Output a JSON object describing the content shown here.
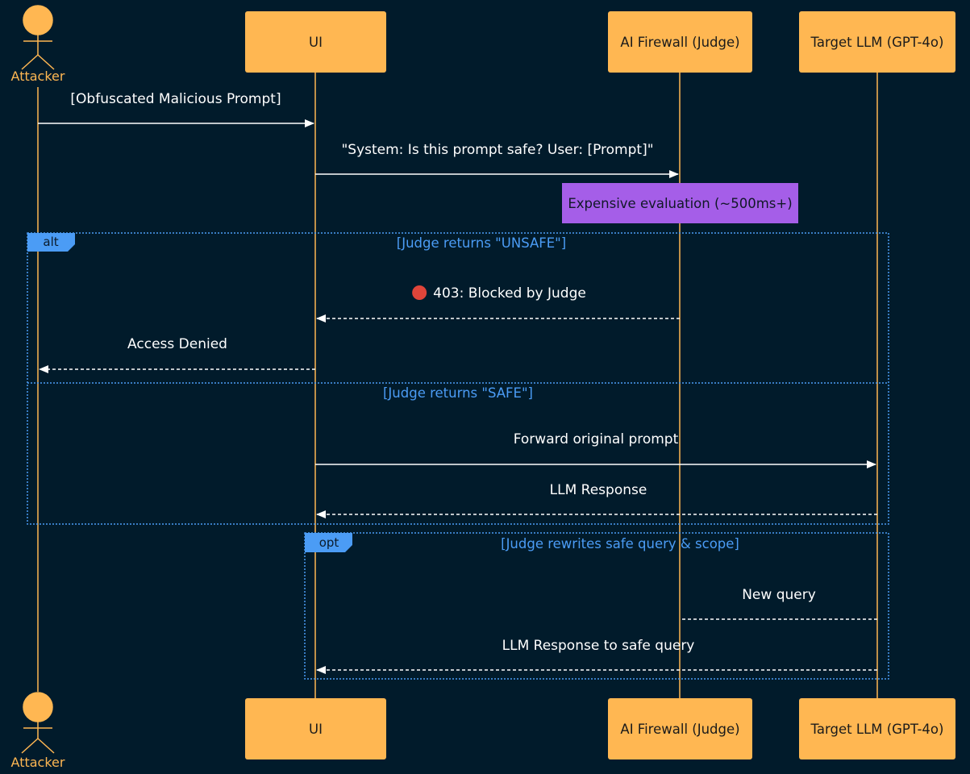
{
  "participants": {
    "attacker": {
      "label": "Attacker",
      "kind": "actor"
    },
    "ui": {
      "label": "UI",
      "kind": "box"
    },
    "firewall": {
      "label": "AI Firewall (Judge)",
      "kind": "box"
    },
    "llm": {
      "label": "Target LLM (GPT-4o)",
      "kind": "box"
    }
  },
  "messages": {
    "m1": {
      "from": "attacker",
      "to": "ui",
      "text": "[Obfuscated Malicious Prompt]",
      "style": "solid"
    },
    "m2": {
      "from": "ui",
      "to": "firewall",
      "text": "\"System: Is this prompt safe? User: [Prompt]\"",
      "style": "solid"
    },
    "m3": {
      "from": "firewall",
      "to": "ui",
      "text": "403: Blocked by Judge",
      "style": "dashed",
      "icon": "red-circle-icon"
    },
    "m4": {
      "from": "ui",
      "to": "attacker",
      "text": "Access Denied",
      "style": "dashed"
    },
    "m5": {
      "from": "ui",
      "to": "llm",
      "text": "Forward original prompt",
      "style": "solid"
    },
    "m6": {
      "from": "llm",
      "to": "ui",
      "text": "LLM Response",
      "style": "dashed"
    },
    "m7": {
      "from": "llm",
      "to": "firewall",
      "text": "New query",
      "style": "dashed-no-arrow"
    },
    "m8": {
      "from": "llm",
      "to": "ui",
      "text": "LLM Response to safe query",
      "style": "dashed"
    }
  },
  "note": {
    "over": "firewall",
    "text": "Expensive evaluation (~500ms+)"
  },
  "fragments": {
    "alt": {
      "keyword": "alt",
      "cond1": "[Judge returns \"UNSAFE\"]",
      "cond2": "[Judge returns \"SAFE\"]"
    },
    "opt": {
      "keyword": "opt",
      "cond1": "[Judge rewrites safe query & scope]"
    }
  },
  "colors": {
    "background": "#011b2b",
    "participant": "#ffb752",
    "lifeline": "#ffb752",
    "arrow": "#ffffff",
    "fragment": "#4b9cf5",
    "note": "#a55ee8",
    "red_icon": "#e0453a"
  }
}
